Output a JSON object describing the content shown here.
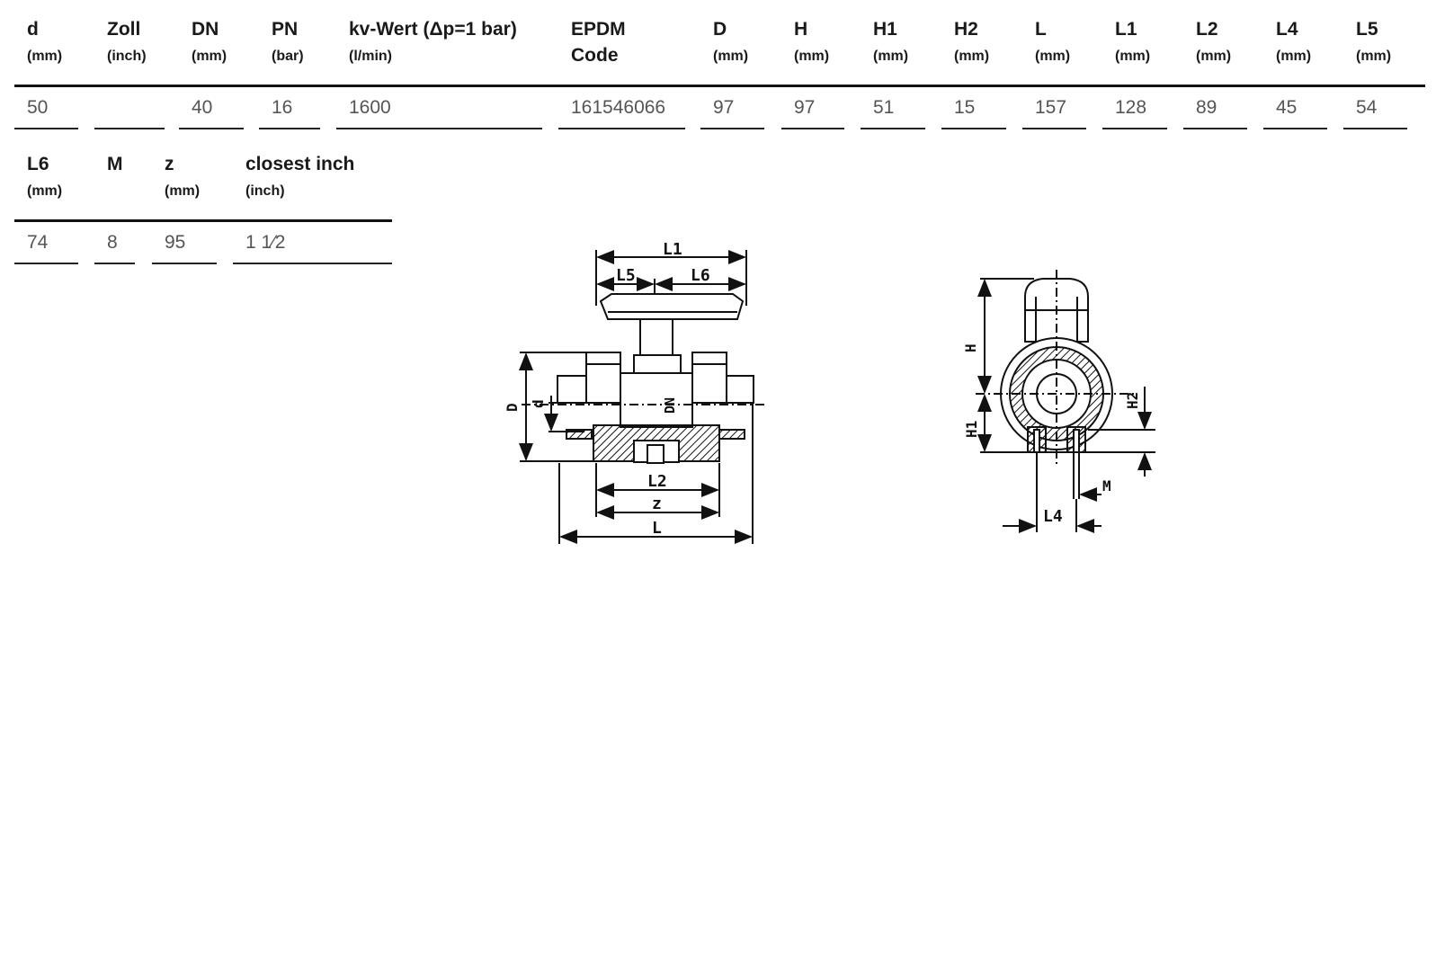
{
  "table1": {
    "columns": [
      {
        "label": "d",
        "unit": "(mm)"
      },
      {
        "label": "Zoll",
        "unit": "(inch)"
      },
      {
        "label": "DN",
        "unit": "(mm)"
      },
      {
        "label": "PN",
        "unit": "(bar)"
      },
      {
        "label": "kv-Wert (Δp=1 bar)",
        "unit": "(l/min)"
      },
      {
        "label": "EPDM",
        "label2": "Code",
        "unit": ""
      },
      {
        "label": "D",
        "unit": "(mm)"
      },
      {
        "label": "H",
        "unit": "(mm)"
      },
      {
        "label": "H1",
        "unit": "(mm)"
      },
      {
        "label": "H2",
        "unit": "(mm)"
      },
      {
        "label": "L",
        "unit": "(mm)"
      },
      {
        "label": "L1",
        "unit": "(mm)"
      },
      {
        "label": "L2",
        "unit": "(mm)"
      },
      {
        "label": "L4",
        "unit": "(mm)"
      },
      {
        "label": "L5",
        "unit": "(mm)"
      }
    ],
    "row": [
      "50",
      "",
      "40",
      "16",
      "1600",
      "161546066",
      "97",
      "97",
      "51",
      "15",
      "157",
      "128",
      "89",
      "45",
      "54"
    ]
  },
  "table2": {
    "columns": [
      {
        "label": "L6",
        "unit": "(mm)"
      },
      {
        "label": "M",
        "unit": ""
      },
      {
        "label": "z",
        "unit": "(mm)"
      },
      {
        "label": "closest inch",
        "unit": "(inch)"
      }
    ],
    "row": [
      "74",
      "8",
      "95",
      "1 1⁄2"
    ]
  },
  "drawing_labels": {
    "l1": "L1",
    "l5": "L5",
    "l6": "L6",
    "l2": "L2",
    "z": "z",
    "l": "L",
    "d_outer": "D",
    "d_inner": "d",
    "dn": "DN",
    "h": "H",
    "h1": "H1",
    "h2": "H2",
    "l4": "L4",
    "m": "M"
  }
}
